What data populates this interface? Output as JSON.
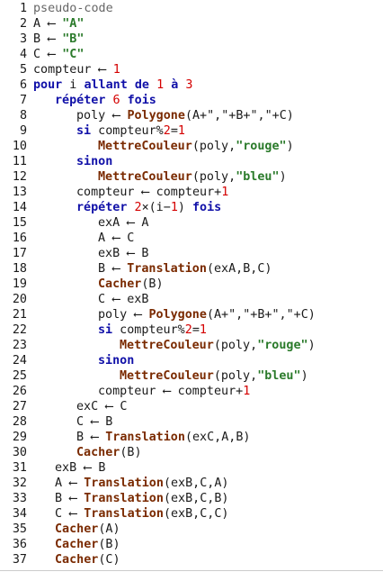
{
  "lines": [
    {
      "n": "1",
      "indent": 0,
      "segs": [
        {
          "t": "pseudo-code",
          "k": "comment"
        }
      ]
    },
    {
      "n": "2",
      "indent": 0,
      "segs": [
        {
          "t": "A ⟵ ",
          "k": "plain"
        },
        {
          "t": "\"A\"",
          "k": "strb"
        }
      ]
    },
    {
      "n": "3",
      "indent": 0,
      "segs": [
        {
          "t": "B ⟵ ",
          "k": "plain"
        },
        {
          "t": "\"B\"",
          "k": "strb"
        }
      ]
    },
    {
      "n": "4",
      "indent": 0,
      "segs": [
        {
          "t": "C ⟵ ",
          "k": "plain"
        },
        {
          "t": "\"C\"",
          "k": "strb"
        }
      ]
    },
    {
      "n": "5",
      "indent": 0,
      "segs": [
        {
          "t": "compteur ⟵ ",
          "k": "plain"
        },
        {
          "t": "1",
          "k": "num"
        }
      ]
    },
    {
      "n": "6",
      "indent": 0,
      "segs": [
        {
          "t": "pour",
          "k": "kw"
        },
        {
          "t": " i ",
          "k": "plain"
        },
        {
          "t": "allant de",
          "k": "kw"
        },
        {
          "t": " ",
          "k": "plain"
        },
        {
          "t": "1",
          "k": "num"
        },
        {
          "t": " ",
          "k": "plain"
        },
        {
          "t": "à",
          "k": "kw"
        },
        {
          "t": " ",
          "k": "plain"
        },
        {
          "t": "3",
          "k": "num"
        }
      ]
    },
    {
      "n": "7",
      "indent": 1,
      "segs": [
        {
          "t": "répéter",
          "k": "kw"
        },
        {
          "t": " ",
          "k": "plain"
        },
        {
          "t": "6",
          "k": "num"
        },
        {
          "t": " ",
          "k": "plain"
        },
        {
          "t": "fois",
          "k": "kw"
        }
      ]
    },
    {
      "n": "8",
      "indent": 2,
      "segs": [
        {
          "t": "poly ⟵ ",
          "k": "plain"
        },
        {
          "t": "Polygone",
          "k": "fn"
        },
        {
          "t": "(A+\",\"+B+\",\"+C)",
          "k": "plain"
        }
      ]
    },
    {
      "n": "9",
      "indent": 2,
      "segs": [
        {
          "t": "si",
          "k": "kw"
        },
        {
          "t": " compteur%",
          "k": "plain"
        },
        {
          "t": "2",
          "k": "num"
        },
        {
          "t": "=",
          "k": "plain"
        },
        {
          "t": "1",
          "k": "num"
        }
      ]
    },
    {
      "n": "10",
      "indent": 3,
      "segs": [
        {
          "t": "MettreCouleur",
          "k": "fn"
        },
        {
          "t": "(poly,",
          "k": "plain"
        },
        {
          "t": "\"rouge\"",
          "k": "strb"
        },
        {
          "t": ")",
          "k": "plain"
        }
      ]
    },
    {
      "n": "11",
      "indent": 2,
      "segs": [
        {
          "t": "sinon",
          "k": "kw"
        }
      ]
    },
    {
      "n": "12",
      "indent": 3,
      "segs": [
        {
          "t": "MettreCouleur",
          "k": "fn"
        },
        {
          "t": "(poly,",
          "k": "plain"
        },
        {
          "t": "\"bleu\"",
          "k": "strb"
        },
        {
          "t": ")",
          "k": "plain"
        }
      ]
    },
    {
      "n": "13",
      "indent": 2,
      "segs": [
        {
          "t": "compteur ⟵ compteur+",
          "k": "plain"
        },
        {
          "t": "1",
          "k": "num"
        }
      ]
    },
    {
      "n": "14",
      "indent": 2,
      "segs": [
        {
          "t": "répéter",
          "k": "kw"
        },
        {
          "t": " ",
          "k": "plain"
        },
        {
          "t": "2",
          "k": "num"
        },
        {
          "t": "×(i−",
          "k": "plain"
        },
        {
          "t": "1",
          "k": "num"
        },
        {
          "t": ") ",
          "k": "plain"
        },
        {
          "t": "fois",
          "k": "kw"
        }
      ]
    },
    {
      "n": "15",
      "indent": 3,
      "segs": [
        {
          "t": "exA ⟵ A",
          "k": "plain"
        }
      ]
    },
    {
      "n": "16",
      "indent": 3,
      "segs": [
        {
          "t": "A ⟵ C",
          "k": "plain"
        }
      ]
    },
    {
      "n": "17",
      "indent": 3,
      "segs": [
        {
          "t": "exB ⟵ B",
          "k": "plain"
        }
      ]
    },
    {
      "n": "18",
      "indent": 3,
      "segs": [
        {
          "t": "B ⟵ ",
          "k": "plain"
        },
        {
          "t": "Translation",
          "k": "fn"
        },
        {
          "t": "(exA,B,C)",
          "k": "plain"
        }
      ]
    },
    {
      "n": "19",
      "indent": 3,
      "segs": [
        {
          "t": "Cacher",
          "k": "fn"
        },
        {
          "t": "(B)",
          "k": "plain"
        }
      ]
    },
    {
      "n": "20",
      "indent": 3,
      "segs": [
        {
          "t": "C ⟵ exB",
          "k": "plain"
        }
      ]
    },
    {
      "n": "21",
      "indent": 3,
      "segs": [
        {
          "t": "poly ⟵ ",
          "k": "plain"
        },
        {
          "t": "Polygone",
          "k": "fn"
        },
        {
          "t": "(A+\",\"+B+\",\"+C)",
          "k": "plain"
        }
      ]
    },
    {
      "n": "22",
      "indent": 3,
      "segs": [
        {
          "t": "si",
          "k": "kw"
        },
        {
          "t": " compteur%",
          "k": "plain"
        },
        {
          "t": "2",
          "k": "num"
        },
        {
          "t": "=",
          "k": "plain"
        },
        {
          "t": "1",
          "k": "num"
        }
      ]
    },
    {
      "n": "23",
      "indent": 4,
      "segs": [
        {
          "t": "MettreCouleur",
          "k": "fn"
        },
        {
          "t": "(poly,",
          "k": "plain"
        },
        {
          "t": "\"rouge\"",
          "k": "strb"
        },
        {
          "t": ")",
          "k": "plain"
        }
      ]
    },
    {
      "n": "24",
      "indent": 3,
      "segs": [
        {
          "t": "sinon",
          "k": "kw"
        }
      ]
    },
    {
      "n": "25",
      "indent": 4,
      "segs": [
        {
          "t": "MettreCouleur",
          "k": "fn"
        },
        {
          "t": "(poly,",
          "k": "plain"
        },
        {
          "t": "\"bleu\"",
          "k": "strb"
        },
        {
          "t": ")",
          "k": "plain"
        }
      ]
    },
    {
      "n": "26",
      "indent": 3,
      "segs": [
        {
          "t": "compteur ⟵ compteur+",
          "k": "plain"
        },
        {
          "t": "1",
          "k": "num"
        }
      ]
    },
    {
      "n": "27",
      "indent": 2,
      "segs": [
        {
          "t": "exC ⟵ C",
          "k": "plain"
        }
      ]
    },
    {
      "n": "28",
      "indent": 2,
      "segs": [
        {
          "t": "C ⟵ B",
          "k": "plain"
        }
      ]
    },
    {
      "n": "29",
      "indent": 2,
      "segs": [
        {
          "t": "B ⟵ ",
          "k": "plain"
        },
        {
          "t": "Translation",
          "k": "fn"
        },
        {
          "t": "(exC,A,B)",
          "k": "plain"
        }
      ]
    },
    {
      "n": "30",
      "indent": 2,
      "segs": [
        {
          "t": "Cacher",
          "k": "fn"
        },
        {
          "t": "(B)",
          "k": "plain"
        }
      ]
    },
    {
      "n": "31",
      "indent": 1,
      "segs": [
        {
          "t": "exB ⟵ B",
          "k": "plain"
        }
      ]
    },
    {
      "n": "32",
      "indent": 1,
      "segs": [
        {
          "t": "A ⟵ ",
          "k": "plain"
        },
        {
          "t": "Translation",
          "k": "fn"
        },
        {
          "t": "(exB,C,A)",
          "k": "plain"
        }
      ]
    },
    {
      "n": "33",
      "indent": 1,
      "segs": [
        {
          "t": "B ⟵ ",
          "k": "plain"
        },
        {
          "t": "Translation",
          "k": "fn"
        },
        {
          "t": "(exB,C,B)",
          "k": "plain"
        }
      ]
    },
    {
      "n": "34",
      "indent": 1,
      "segs": [
        {
          "t": "C ⟵ ",
          "k": "plain"
        },
        {
          "t": "Translation",
          "k": "fn"
        },
        {
          "t": "(exB,C,C)",
          "k": "plain"
        }
      ]
    },
    {
      "n": "35",
      "indent": 1,
      "segs": [
        {
          "t": "Cacher",
          "k": "fn"
        },
        {
          "t": "(A)",
          "k": "plain"
        }
      ]
    },
    {
      "n": "36",
      "indent": 1,
      "segs": [
        {
          "t": "Cacher",
          "k": "fn"
        },
        {
          "t": "(B)",
          "k": "plain"
        }
      ]
    },
    {
      "n": "37",
      "indent": 1,
      "segs": [
        {
          "t": "Cacher",
          "k": "fn"
        },
        {
          "t": "(C)",
          "k": "plain"
        }
      ]
    }
  ]
}
